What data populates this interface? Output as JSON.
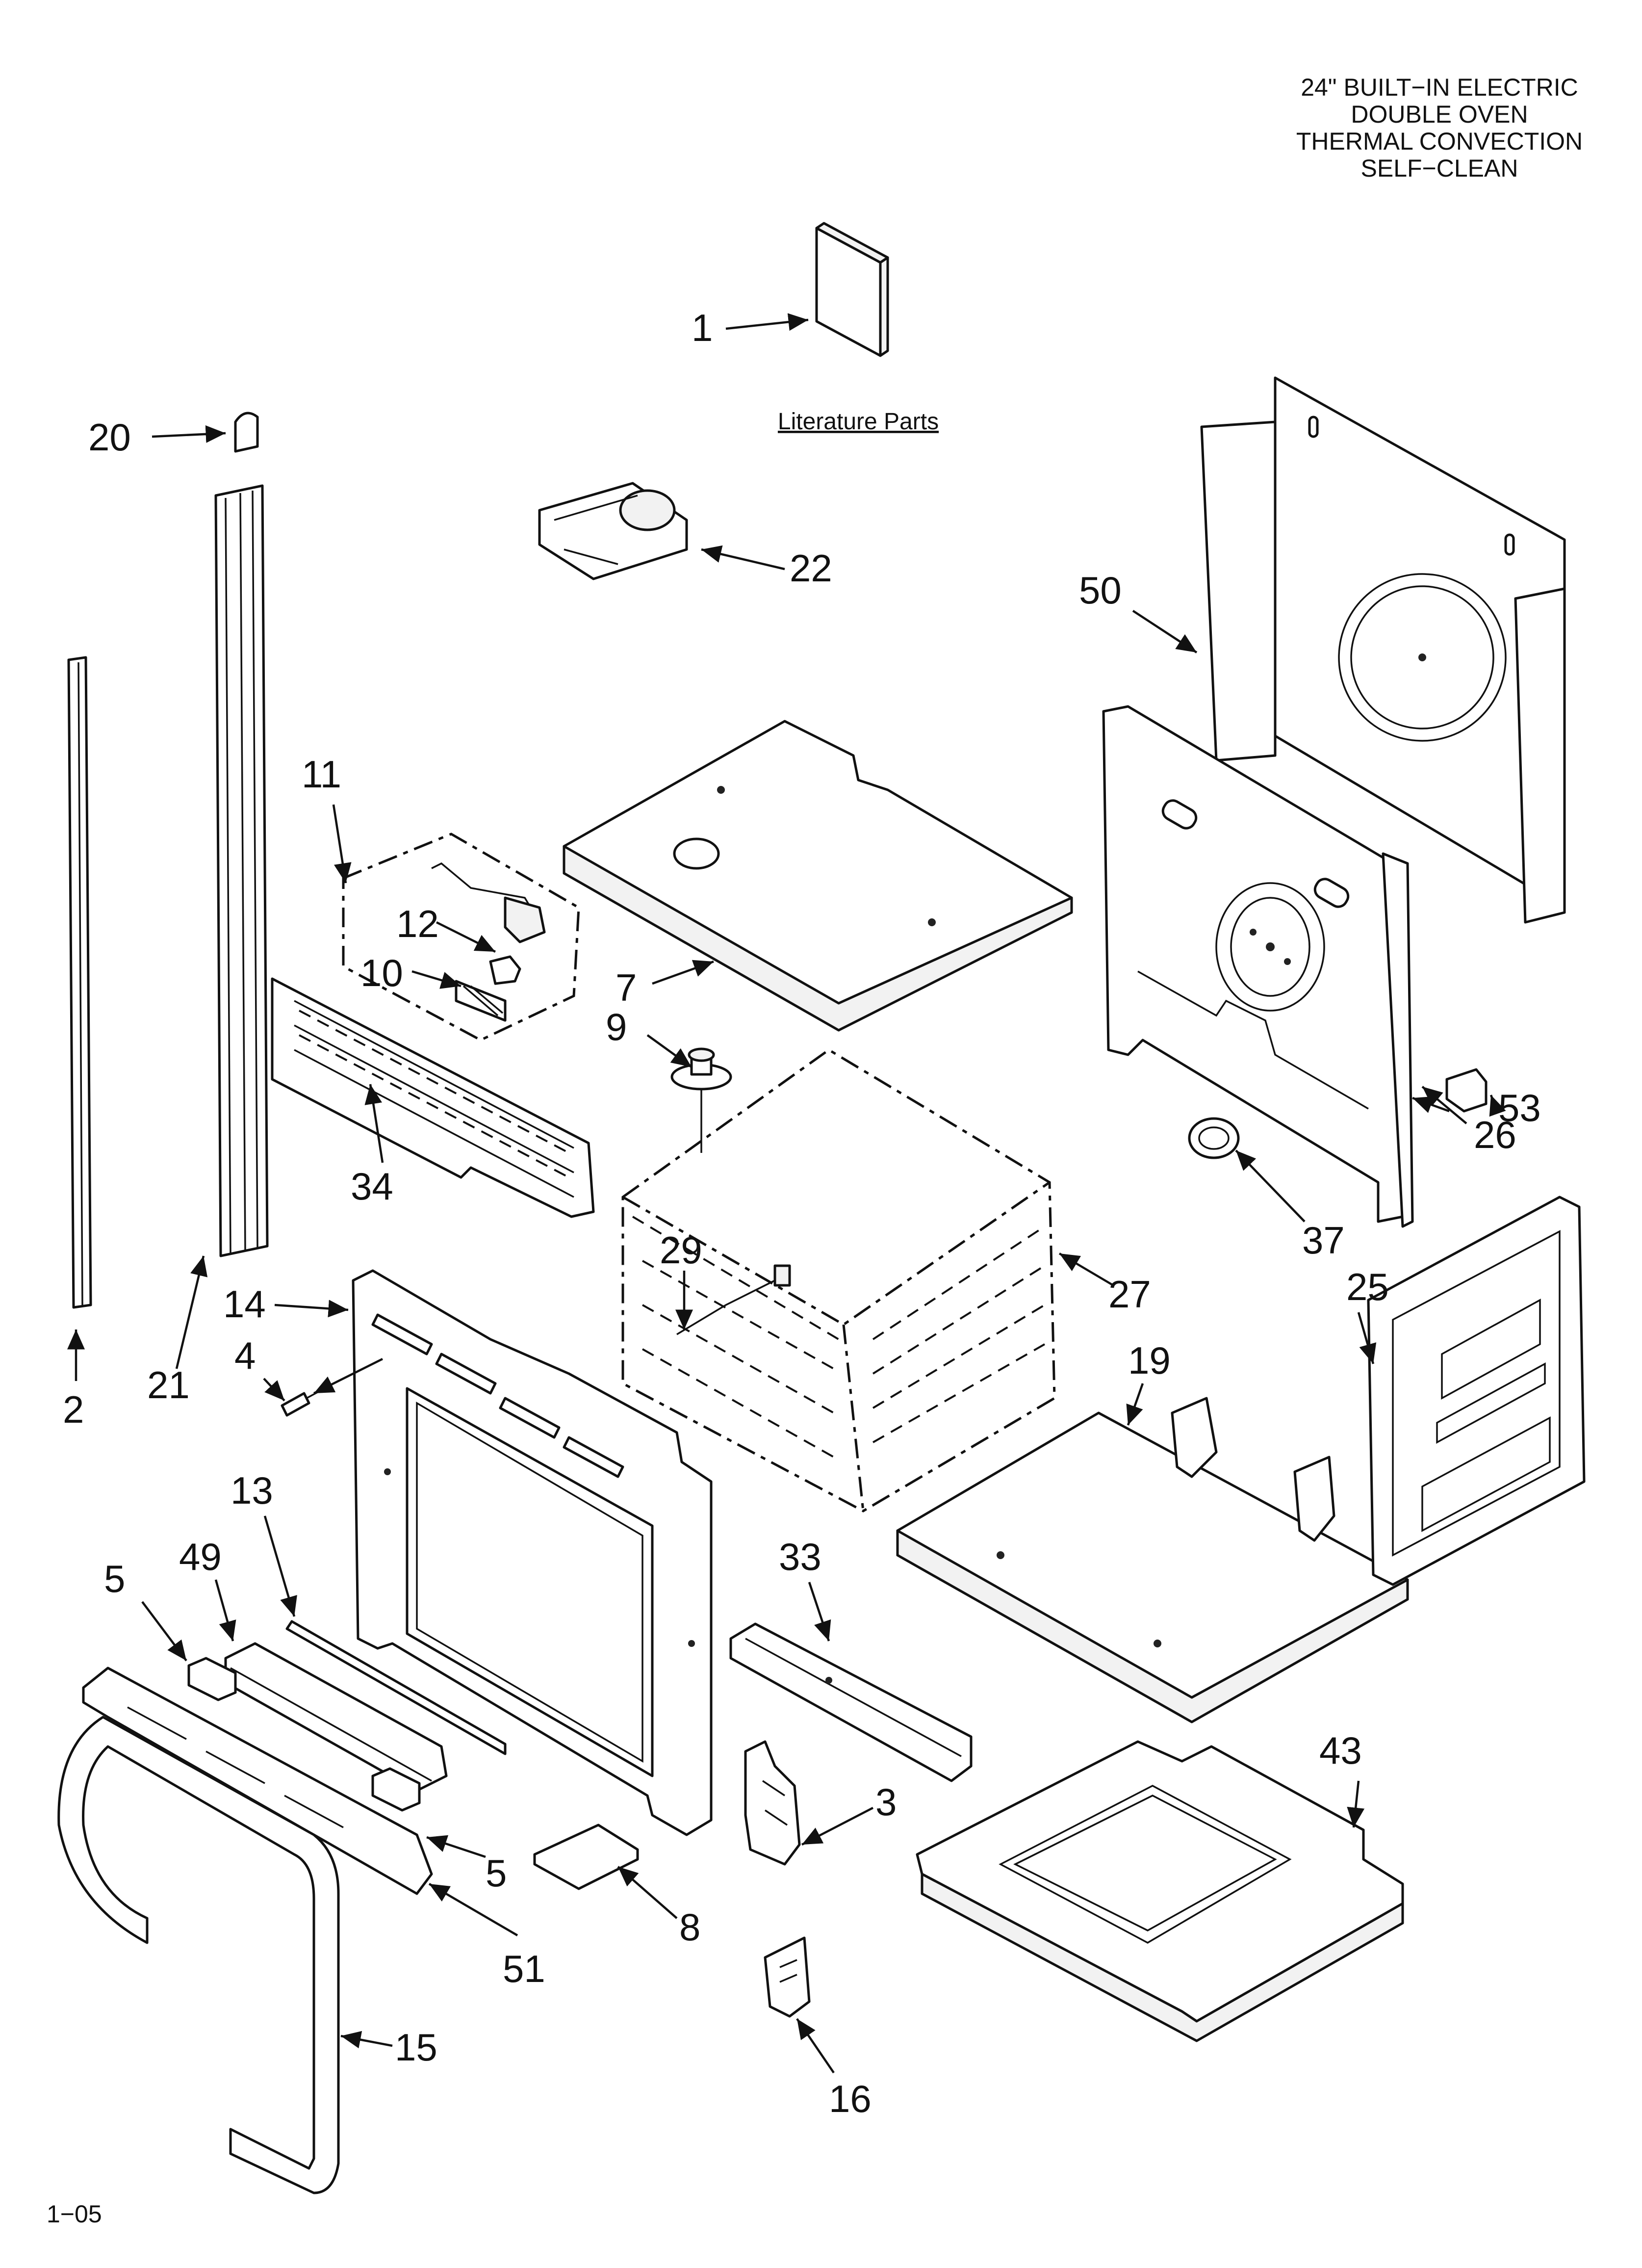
{
  "header": {
    "lines": [
      "24\" BUILT−IN ELECTRIC",
      "DOUBLE OVEN",
      "THERMAL CONVECTION",
      "SELF−CLEAN"
    ]
  },
  "literature_label": "Literature Parts",
  "footer": {
    "code": "1−05"
  },
  "callouts": {
    "c1": "1",
    "c2": "2",
    "c3": "3",
    "c4": "4",
    "c5a": "5",
    "c5b": "5",
    "c7": "7",
    "c8": "8",
    "c9": "9",
    "c10": "10",
    "c11": "11",
    "c12": "12",
    "c13": "13",
    "c14": "14",
    "c15": "15",
    "c16": "16",
    "c19": "19",
    "c20": "20",
    "c21": "21",
    "c22": "22",
    "c25": "25",
    "c26": "26",
    "c27": "27",
    "c29": "29",
    "c33": "33",
    "c34": "34",
    "c37": "37",
    "c43": "43",
    "c49": "49",
    "c50": "50",
    "c51": "51",
    "c53": "53"
  }
}
